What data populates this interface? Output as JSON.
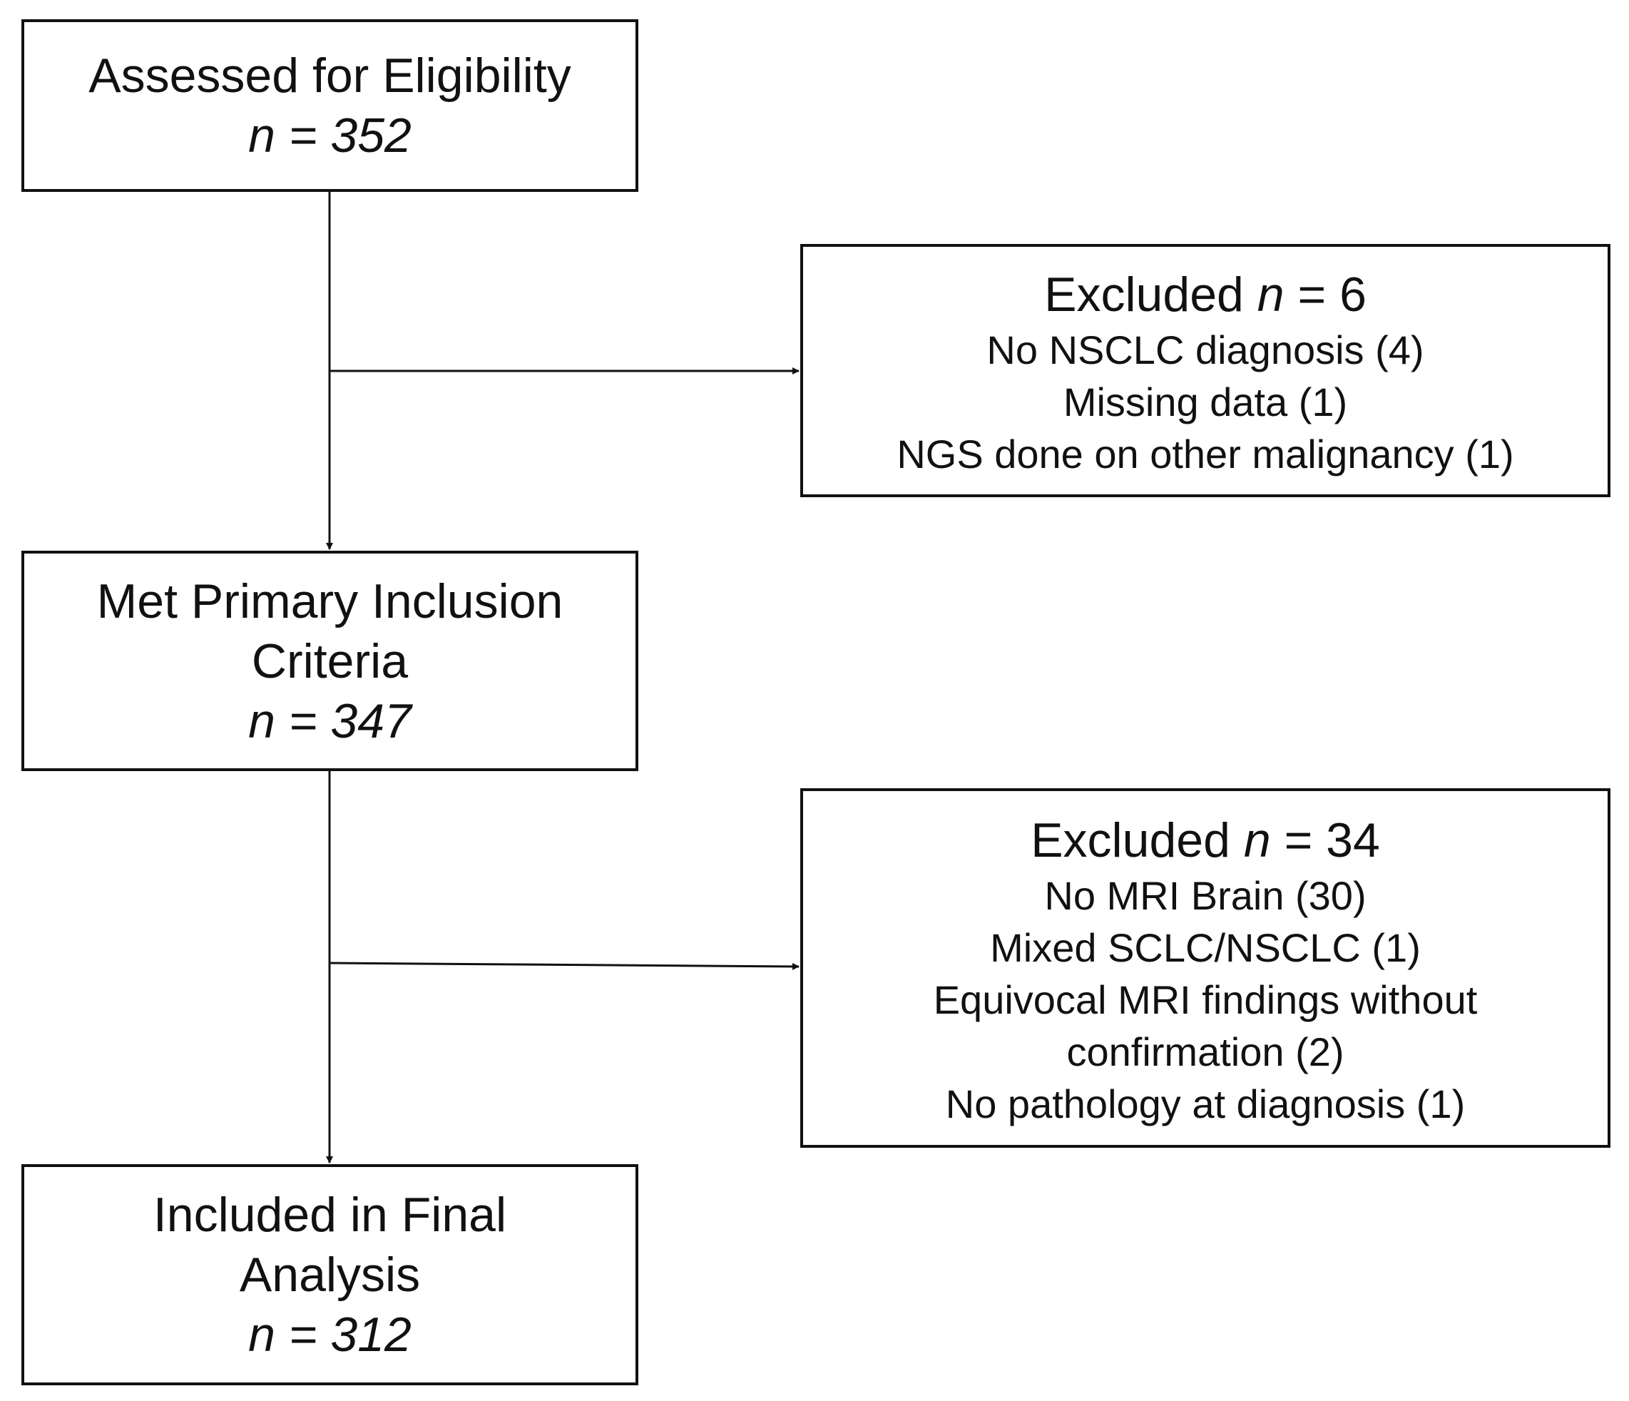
{
  "flow": {
    "assessed": {
      "label": "Assessed for Eligibility",
      "count": "n = 352"
    },
    "primary": {
      "label_lines": [
        "Met Primary Inclusion",
        "Criteria"
      ],
      "count": "n = 347"
    },
    "final": {
      "label_lines": [
        "Included in Final",
        "Analysis"
      ],
      "count": "n = 312"
    }
  },
  "exclusions": [
    {
      "heading_word": "Excluded",
      "heading_n": "n",
      "heading_value": " = 6",
      "reasons": [
        "No NSCLC diagnosis (4)",
        "Missing data (1)",
        "NGS done on other malignancy (1)"
      ]
    },
    {
      "heading_word": "Excluded",
      "heading_n": "n",
      "heading_value": " = 34",
      "reasons": [
        "No MRI Brain (30)",
        "Mixed SCLC/NSCLC (1)",
        "Equivocal MRI findings without",
        "confirmation (2)",
        "No pathology at diagnosis (1)"
      ]
    }
  ]
}
